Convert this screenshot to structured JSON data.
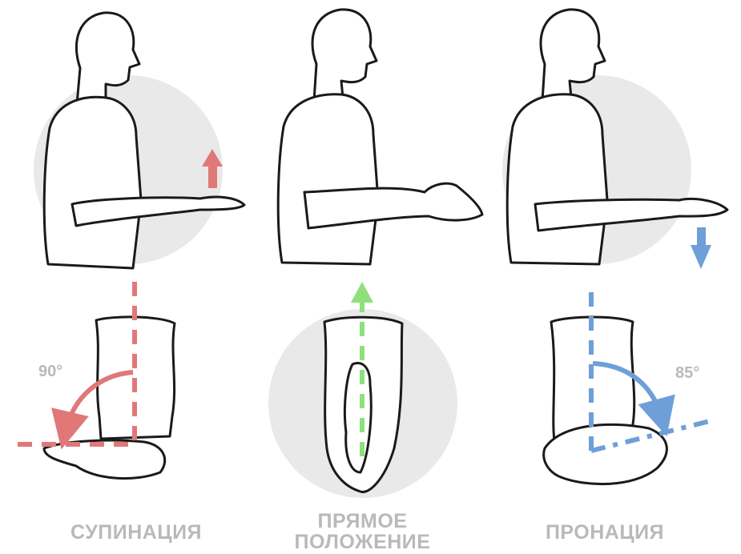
{
  "panels": [
    {
      "id": "supination",
      "label": "СУПИНАЦИЯ",
      "angle": "90°",
      "color": "#e07878",
      "arrow": "up"
    },
    {
      "id": "neutral",
      "label_line1": "ПРЯМОЕ",
      "label_line2": "ПОЛОЖЕНИЕ",
      "color": "#8ee07c",
      "arrow": "up"
    },
    {
      "id": "pronation",
      "label": "ПРОНАЦИЯ",
      "angle": "85°",
      "color": "#6f9fd8",
      "arrow": "down"
    }
  ],
  "colors": {
    "background": "#ffffff",
    "circle": "#e9e9e9",
    "line": "#1a1a1a",
    "caption": "#b9b9b9"
  }
}
